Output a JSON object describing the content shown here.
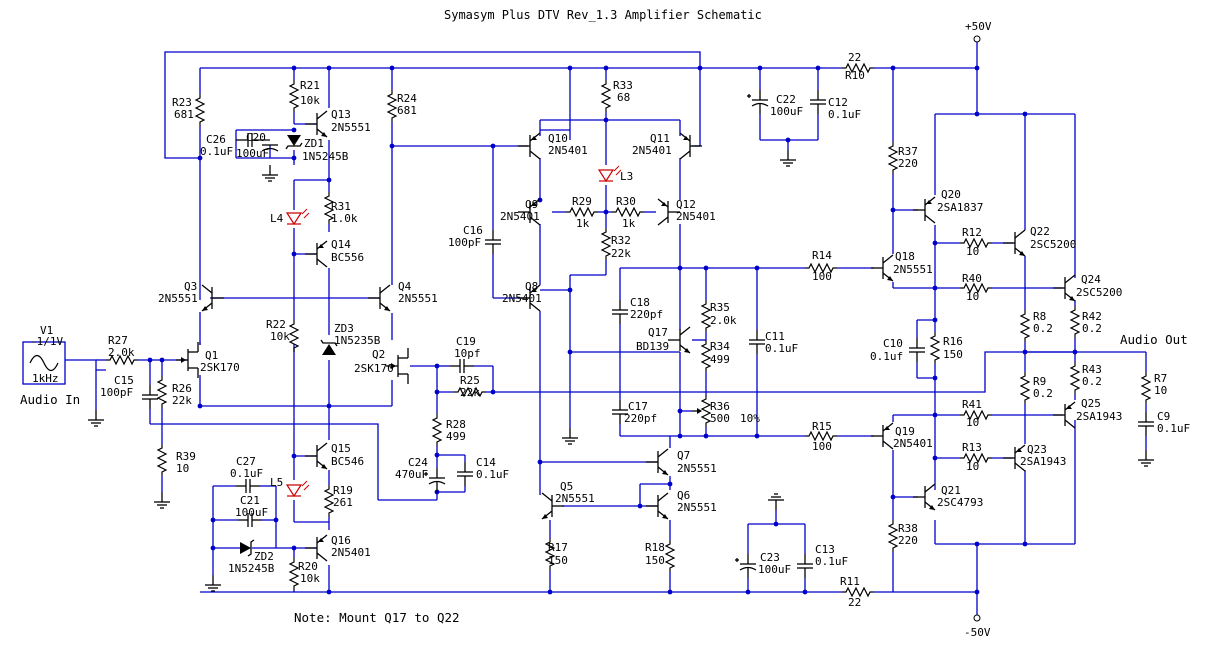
{
  "title": "Symasym Plus DTV Rev_1.3 Amplifier Schematic",
  "note": "Note: Mount Q17 to Q22",
  "rails": {
    "positive": "+50V",
    "negative": "-50V"
  },
  "io": {
    "input": "Audio In",
    "output": "Audio Out"
  },
  "source": {
    "name": "V1",
    "value": "-1/1V",
    "freq": "1kHz"
  },
  "transistors": [
    {
      "id": "Q1",
      "part": "2SK170"
    },
    {
      "id": "Q2",
      "part": "2SK170"
    },
    {
      "id": "Q3",
      "part": "2N5551"
    },
    {
      "id": "Q4",
      "part": "2N5551"
    },
    {
      "id": "Q5",
      "part": "2N5551"
    },
    {
      "id": "Q6",
      "part": "2N5551"
    },
    {
      "id": "Q7",
      "part": "2N5551"
    },
    {
      "id": "Q8",
      "part": "2N5401"
    },
    {
      "id": "Q9",
      "part": "2N5401"
    },
    {
      "id": "Q10",
      "part": "2N5401"
    },
    {
      "id": "Q11",
      "part": "2N5401"
    },
    {
      "id": "Q12",
      "part": "2N5401"
    },
    {
      "id": "Q13",
      "part": "2N5551"
    },
    {
      "id": "Q14",
      "part": "BC556"
    },
    {
      "id": "Q15",
      "part": "BC546"
    },
    {
      "id": "Q16",
      "part": "2N5401"
    },
    {
      "id": "Q17",
      "part": "BD139"
    },
    {
      "id": "Q18",
      "part": "2N5551"
    },
    {
      "id": "Q19",
      "part": "2N5401"
    },
    {
      "id": "Q20",
      "part": "2SA1837"
    },
    {
      "id": "Q21",
      "part": "2SC4793"
    },
    {
      "id": "Q22",
      "part": "2SC5200"
    },
    {
      "id": "Q23",
      "part": "2SA1943"
    },
    {
      "id": "Q24",
      "part": "2SC5200"
    },
    {
      "id": "Q25",
      "part": "2SA1943"
    }
  ],
  "resistors": [
    {
      "id": "R7",
      "value": "10"
    },
    {
      "id": "R8",
      "value": "0.2"
    },
    {
      "id": "R9",
      "value": "0.2"
    },
    {
      "id": "R10",
      "value": "22"
    },
    {
      "id": "R11",
      "value": "22"
    },
    {
      "id": "R12",
      "value": "10"
    },
    {
      "id": "R13",
      "value": "10"
    },
    {
      "id": "R14",
      "value": "100"
    },
    {
      "id": "R15",
      "value": "100"
    },
    {
      "id": "R16",
      "value": "150"
    },
    {
      "id": "R17",
      "value": "150"
    },
    {
      "id": "R18",
      "value": "150"
    },
    {
      "id": "R19",
      "value": "261"
    },
    {
      "id": "R20",
      "value": "10k"
    },
    {
      "id": "R21",
      "value": "10k"
    },
    {
      "id": "R22",
      "value": "10k"
    },
    {
      "id": "R23",
      "value": "681"
    },
    {
      "id": "R24",
      "value": "681"
    },
    {
      "id": "R25",
      "value": "22k"
    },
    {
      "id": "R26",
      "value": "22k"
    },
    {
      "id": "R27",
      "value": "2.0k"
    },
    {
      "id": "R28",
      "value": "499"
    },
    {
      "id": "R29",
      "value": "1k"
    },
    {
      "id": "R30",
      "value": "1k"
    },
    {
      "id": "R31",
      "value": "1.0k"
    },
    {
      "id": "R32",
      "value": "22k"
    },
    {
      "id": "R33",
      "value": "68"
    },
    {
      "id": "R34",
      "value": "499"
    },
    {
      "id": "R35",
      "value": "2.0k"
    },
    {
      "id": "R36",
      "value": "500",
      "extra": "10%"
    },
    {
      "id": "R37",
      "value": "220"
    },
    {
      "id": "R38",
      "value": "220"
    },
    {
      "id": "R39",
      "value": "10"
    },
    {
      "id": "R40",
      "value": "10"
    },
    {
      "id": "R41",
      "value": "10"
    },
    {
      "id": "R42",
      "value": "0.2"
    },
    {
      "id": "R43",
      "value": "0.2"
    }
  ],
  "capacitors": [
    {
      "id": "C9",
      "value": "0.1uF"
    },
    {
      "id": "C10",
      "value": "0.1uf"
    },
    {
      "id": "C11",
      "value": "0.1uF"
    },
    {
      "id": "C12",
      "value": "0.1uF"
    },
    {
      "id": "C13",
      "value": "0.1uF"
    },
    {
      "id": "C14",
      "value": "0.1uF"
    },
    {
      "id": "C15",
      "value": "100pF"
    },
    {
      "id": "C16",
      "value": "100pF"
    },
    {
      "id": "C17",
      "value": "220pf"
    },
    {
      "id": "C18",
      "value": "220pf"
    },
    {
      "id": "C19",
      "value": "10pf"
    },
    {
      "id": "C20",
      "value": "100uF"
    },
    {
      "id": "C21",
      "value": "100uF"
    },
    {
      "id": "C22",
      "value": "100uF"
    },
    {
      "id": "C23",
      "value": "100uF"
    },
    {
      "id": "C24",
      "value": "470uF"
    },
    {
      "id": "C26",
      "value": "0.1uF"
    },
    {
      "id": "C27",
      "value": "0.1uF"
    }
  ],
  "diodes": [
    {
      "id": "ZD1",
      "part": "1N5245B"
    },
    {
      "id": "ZD2",
      "part": "1N5245B"
    },
    {
      "id": "ZD3",
      "part": "1N5235B"
    }
  ],
  "leds": [
    {
      "id": "L3"
    },
    {
      "id": "L4"
    },
    {
      "id": "L5"
    }
  ]
}
